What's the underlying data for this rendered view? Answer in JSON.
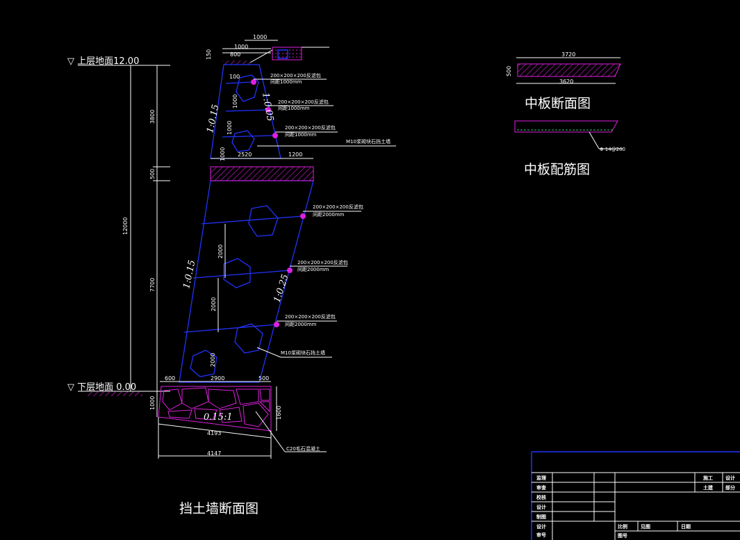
{
  "colors": {
    "background": "#000000",
    "line": "#ffffff",
    "wall": "#2233ff",
    "hatch": "#e020e0"
  },
  "levels": {
    "upper": "▽ 上层地面12.00",
    "lower": "▽ 下层地面  0.00"
  },
  "vertical_dims": {
    "total": "12000",
    "upper": "3800",
    "band": "500",
    "lower": "7700",
    "top_cap": "150",
    "foundation": "1000",
    "footing_right": "1600",
    "spacing_upper": [
      "1000",
      "1000",
      "1000"
    ],
    "spacing_lower": [
      "2000",
      "2000",
      "2000"
    ]
  },
  "horizontal_dims": {
    "top_1000a": "1000",
    "top_1000b": "1000",
    "top_800": "800",
    "top_100": "100",
    "slab_2520": "2520",
    "slab_1200": "1200",
    "base_600": "600",
    "base_2900": "2900",
    "base_500": "500",
    "base_4193": "4193",
    "base_4147": "4147"
  },
  "slopes": {
    "upper_left": "1:0.15",
    "upper_right": "1:0.05",
    "lower_left": "1:0.15",
    "lower_right": "1:0.25",
    "foundation": "0.15:1"
  },
  "annotations": {
    "drain_1": {
      "line1": "200×200×200反滤包",
      "line2": "间距1000mm"
    },
    "drain_2": {
      "line1": "200×200×200反滤包",
      "line2": "间距1000mm"
    },
    "drain_3": {
      "line1": "200×200×200反滤包",
      "line2": "间距1000mm"
    },
    "drain_4": {
      "line1": "200×200×200反滤包",
      "line2": "间距2000mm"
    },
    "drain_5": {
      "line1": "200×200×200反滤包",
      "line2": "间距2000mm"
    },
    "drain_6": {
      "line1": "200×200×200反滤包",
      "line2": "间距2000mm"
    },
    "m10_upper": "M10浆砌块石挡土墙",
    "m10_lower": "M10浆砌块石挡土墙",
    "c20": "C20毛石混凝土"
  },
  "drawing_title": "挡土墙断面图",
  "slab_section": {
    "title": "中板断面图",
    "width_top": "3720",
    "width_bottom": "3620",
    "thickness": "500"
  },
  "slab_rebar": {
    "title": "中板配筋图",
    "rebar": "Φ 14@200"
  },
  "title_block": {
    "rows": [
      "监理",
      "审查",
      "校核",
      "设计",
      "制图",
      "设计",
      "审号"
    ],
    "right_top": [
      "施工",
      "设计"
    ],
    "right_second": [
      "土建",
      "部分"
    ],
    "bottom": [
      "比例",
      "见图",
      "日期"
    ],
    "drawing_no": "图号"
  }
}
